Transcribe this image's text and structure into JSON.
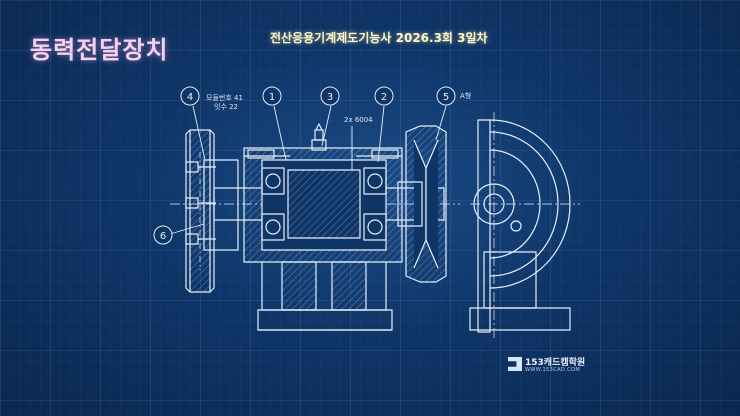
{
  "title": "동력전달장치",
  "subtitle": "전산응용기계제도기능사 2026.3회 3일차",
  "callouts": {
    "n1": "1",
    "n2": "2",
    "n3": "3",
    "n4": "4",
    "n5": "5",
    "n6": "6"
  },
  "annotations": {
    "gear_module": "모듈번호 41",
    "gear_teeth": "잇수 22",
    "bearing": "2x 6004",
    "belt_type": "A형"
  },
  "logo": {
    "name": "153캐드캠학원",
    "url": "WWW.153CAD.COM"
  },
  "colors": {
    "background": "#0f3567",
    "line": "#e6eef9",
    "title": "#f5d2ef",
    "subtitle": "#fff6c8"
  }
}
